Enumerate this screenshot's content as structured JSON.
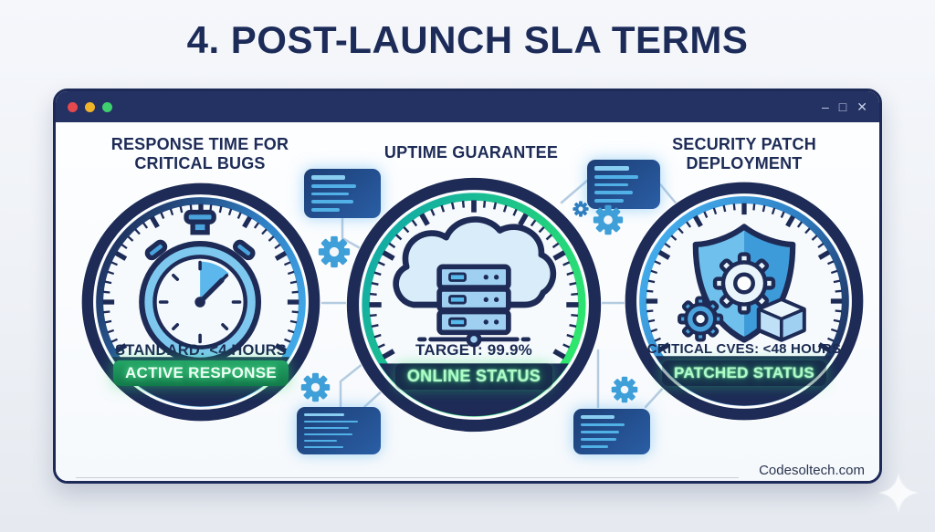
{
  "title": "4. POST-LAUNCH SLA TERMS",
  "window": {
    "traffic_lights": {
      "red": "#e5484d",
      "yellow": "#f0b429",
      "green": "#3ecf6e"
    },
    "controls": {
      "minimize": "–",
      "maximize": "□",
      "close": "✕"
    }
  },
  "panels": [
    {
      "heading": "RESPONSE TIME FOR CRITICAL BUGS",
      "metric": "STANDARD: <4 HOURS",
      "status": "ACTIVE RESPONSE",
      "icon": "stopwatch-icon"
    },
    {
      "heading": "UPTIME GUARANTEE",
      "metric": "TARGET: 99.9%",
      "status": "ONLINE STATUS",
      "icon": "cloud-server-icon"
    },
    {
      "heading": "SECURITY PATCH DEPLOYMENT",
      "metric": "CRITICAL CVES: <48 HOURS",
      "status": "PATCHED STATUS",
      "icon": "shield-gear-package-icon"
    }
  ],
  "footer": {
    "website": "Codesoltech.com"
  },
  "colors": {
    "navy": "#1d2b56",
    "titlebar_navy": "#243163",
    "accent_blue": "#45b1f0",
    "teal": "#0fa3ae",
    "status_green": "#2ee06e",
    "codebox_blue": "#2a5ea5"
  }
}
